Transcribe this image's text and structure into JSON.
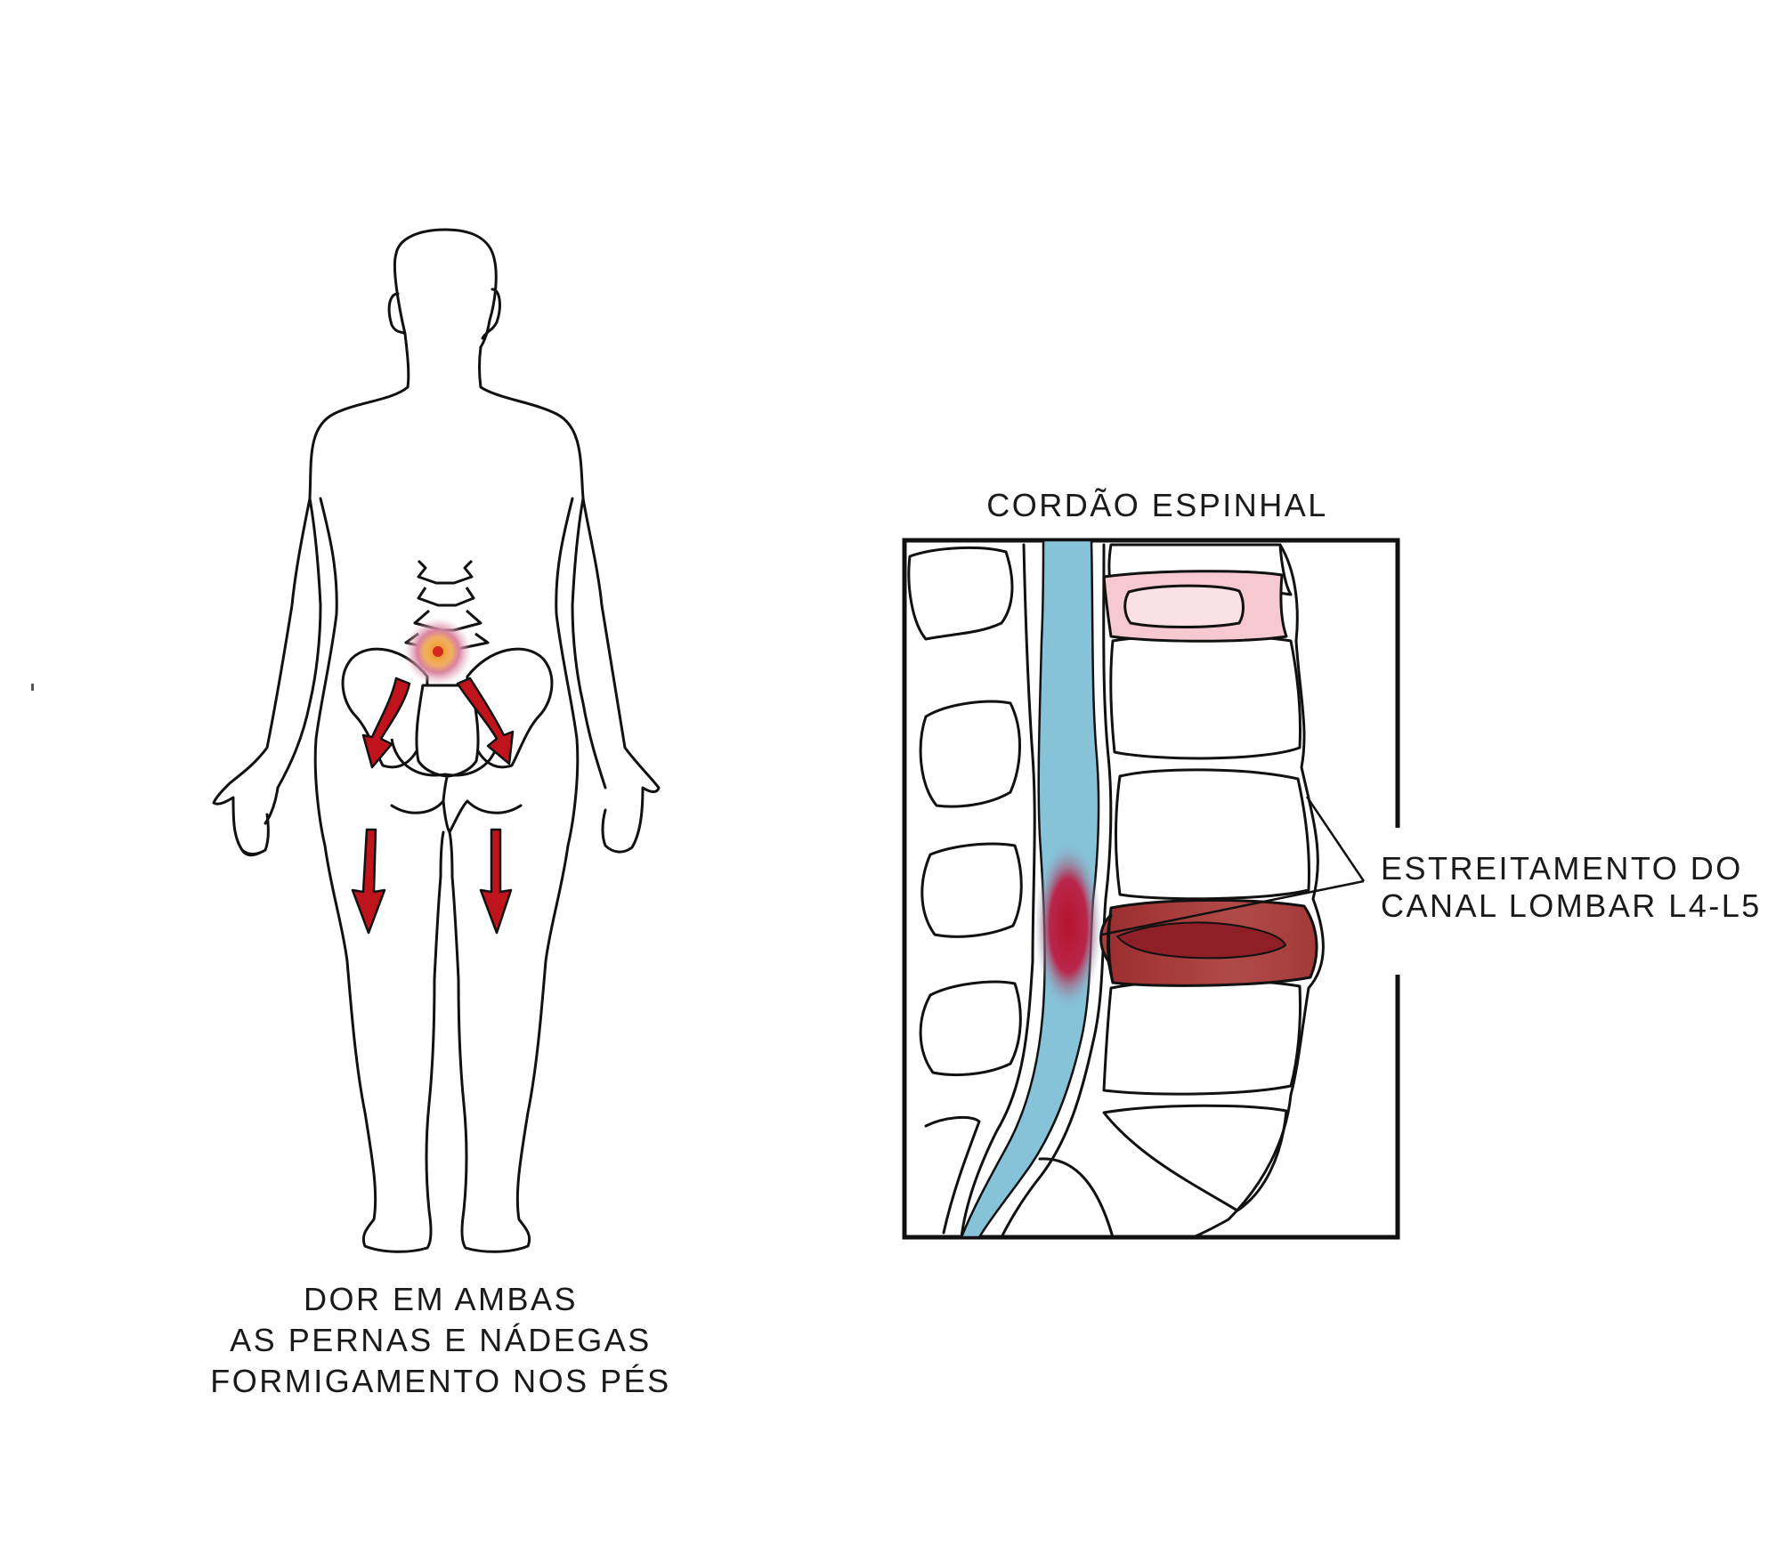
{
  "labels": {
    "spinal_cord": "CORDÃO ESPINHAL",
    "narrowing_line1": "ESTREITAMENTO DO",
    "narrowing_line2": "CANAL LOMBAR L4-L5",
    "symptoms_line1": "DOR EM AMBAS",
    "symptoms_line2": "AS PERNAS E NÁDEGAS",
    "symptoms_line3": "FORMIGAMENTO NOS PÉS"
  },
  "colors": {
    "outline": "#111111",
    "pain_arrow": "#c0141c",
    "pain_glow": "#e58a3c",
    "spinal_fluid": "#86c2d8",
    "healthy_disc": "#f6c9d2",
    "damaged_disc": "#a8403f",
    "inflammation": "#b5142e"
  }
}
